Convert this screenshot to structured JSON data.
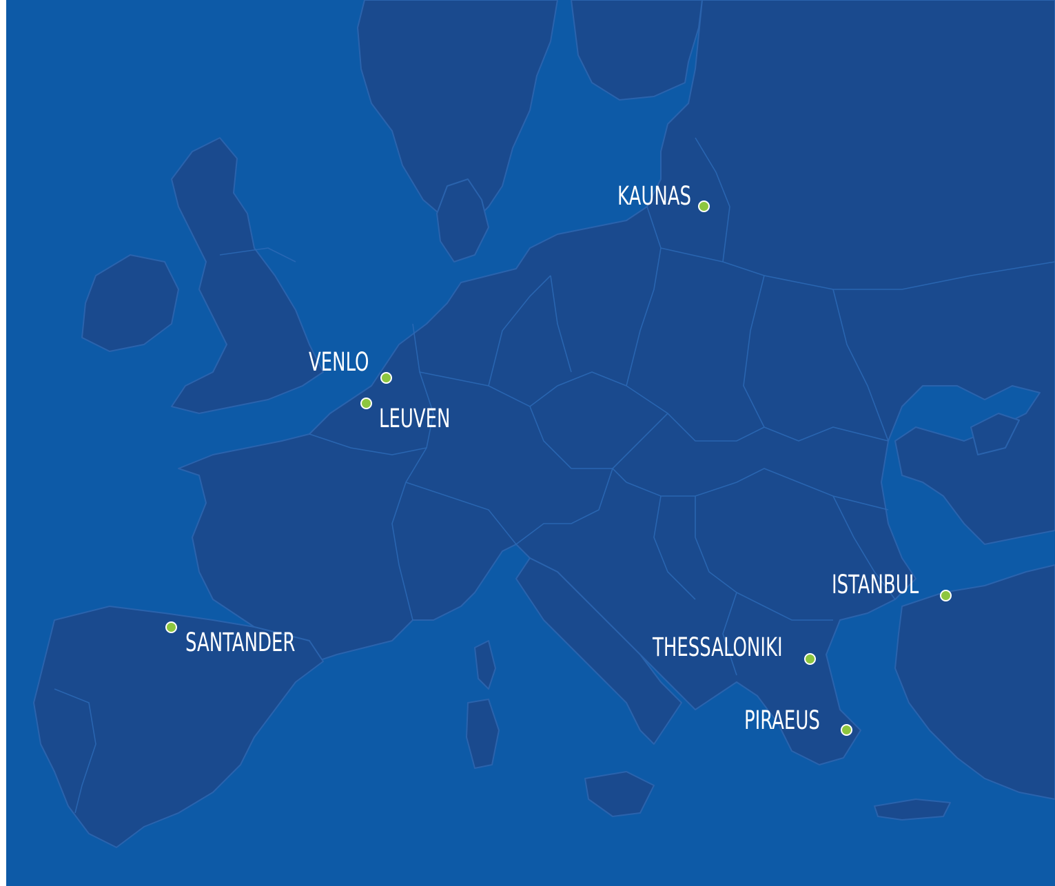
{
  "map": {
    "colors": {
      "sea": "#0d5aa7",
      "land": "#1a4a8e",
      "marker": "#8dc63f",
      "label": "#ffffff"
    },
    "marker_icon": "location-dot-icon",
    "cities": [
      {
        "id": "kaunas",
        "name": "KAUNAS"
      },
      {
        "id": "venlo",
        "name": "VENLO"
      },
      {
        "id": "leuven",
        "name": "LEUVEN"
      },
      {
        "id": "santander",
        "name": "SANTANDER"
      },
      {
        "id": "istanbul",
        "name": "ISTANBUL"
      },
      {
        "id": "thessaloniki",
        "name": "THESSALONIKI"
      },
      {
        "id": "piraeus",
        "name": "PIRAEUS"
      }
    ]
  }
}
